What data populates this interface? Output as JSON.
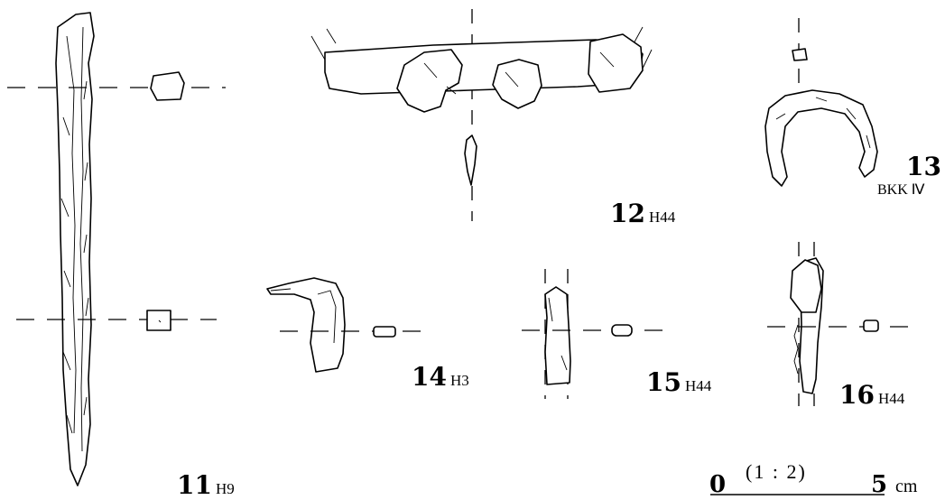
{
  "artifacts": [
    {
      "number": "11",
      "code": "H9"
    },
    {
      "number": "12",
      "code": "H44"
    },
    {
      "number": "13",
      "code": "BKK Ⅳ"
    },
    {
      "number": "14",
      "code": "H3"
    },
    {
      "number": "15",
      "code": "H44"
    },
    {
      "number": "16",
      "code": "H44"
    }
  ],
  "scale_bar": {
    "start": "0",
    "ratio": "(1 : 2)",
    "end": "5",
    "unit": "cm"
  }
}
